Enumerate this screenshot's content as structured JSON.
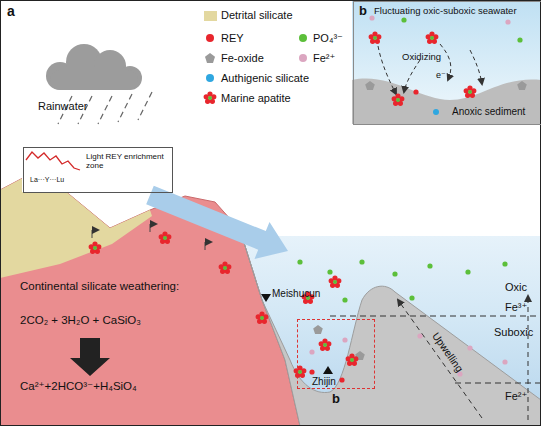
{
  "diagram": {
    "nodes": [
      {
        "text": [
          "a"
        ]
      },
      {
        "text": [
          "b",
          "Fluctuating oxic-suboxic seawater",
          "Anoxic sediment"
        ],
        "in": 0
      },
      {
        "text": [
          "Light REY enrichment zone",
          "La···Y···Lu"
        ],
        "in": 0
      },
      {
        "text": [
          "b"
        ],
        "in": 0
      }
    ],
    "labels": [
      "Rainwater",
      "Continental silicate weathering:",
      "2CO₂ + 3H₂O + CaSiO₃",
      "Ca²⁺+2HCO³⁻+H₄SiO₄",
      "Meishucun",
      "Zhijin",
      "Oxic",
      "Fe³⁺",
      "Suboxic",
      "Fe²⁺",
      "Upwelling",
      "Oxidizing",
      "e⁻"
    ],
    "legend": [
      {
        "text": "Detrital silicate",
        "color": "#e3d8a0"
      },
      {
        "text": "REY",
        "color": "#e8262d"
      },
      {
        "text": "PO₄³⁻",
        "color": "#5cbf3a"
      },
      {
        "text": "Fe-oxide",
        "color": "#9a9a9a"
      },
      {
        "text": "Fe²⁺",
        "color": "#dba6c0"
      },
      {
        "text": "Authigenic silicate",
        "color": "#2fa7e0"
      },
      {
        "text": "Marine apatite"
      }
    ]
  }
}
